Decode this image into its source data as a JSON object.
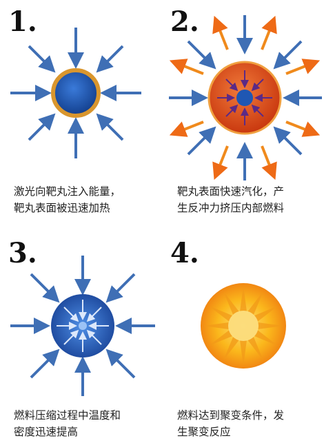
{
  "steps": [
    {
      "number": "1.",
      "caption": [
        "激光向靶丸注入能量，",
        "靶丸表面被迅速加热"
      ]
    },
    {
      "number": "2.",
      "caption": [
        "靶丸表面快速汽化，产",
        "生反冲力挤压内部燃料"
      ]
    },
    {
      "number": "3.",
      "caption": [
        "燃料压缩过程中温度和",
        "密度迅速提高"
      ]
    },
    {
      "number": "4.",
      "caption": [
        "燃料达到聚变条件，发",
        "生聚变反应"
      ]
    }
  ],
  "colors": {
    "arrow_blue": "#3f6fb5",
    "pellet_blue": "#1f57b3",
    "pellet_ring": "#d9962e",
    "vapor_orange": "#e4531a",
    "outflow_orange": "#f08a1c",
    "fusion_yellow": "#fcc11a",
    "fusion_orange": "#f07f12"
  },
  "icons": [
    "inward-laser-arrows",
    "outward-ablation-arrows",
    "compression-arrows",
    "fusion-star"
  ]
}
